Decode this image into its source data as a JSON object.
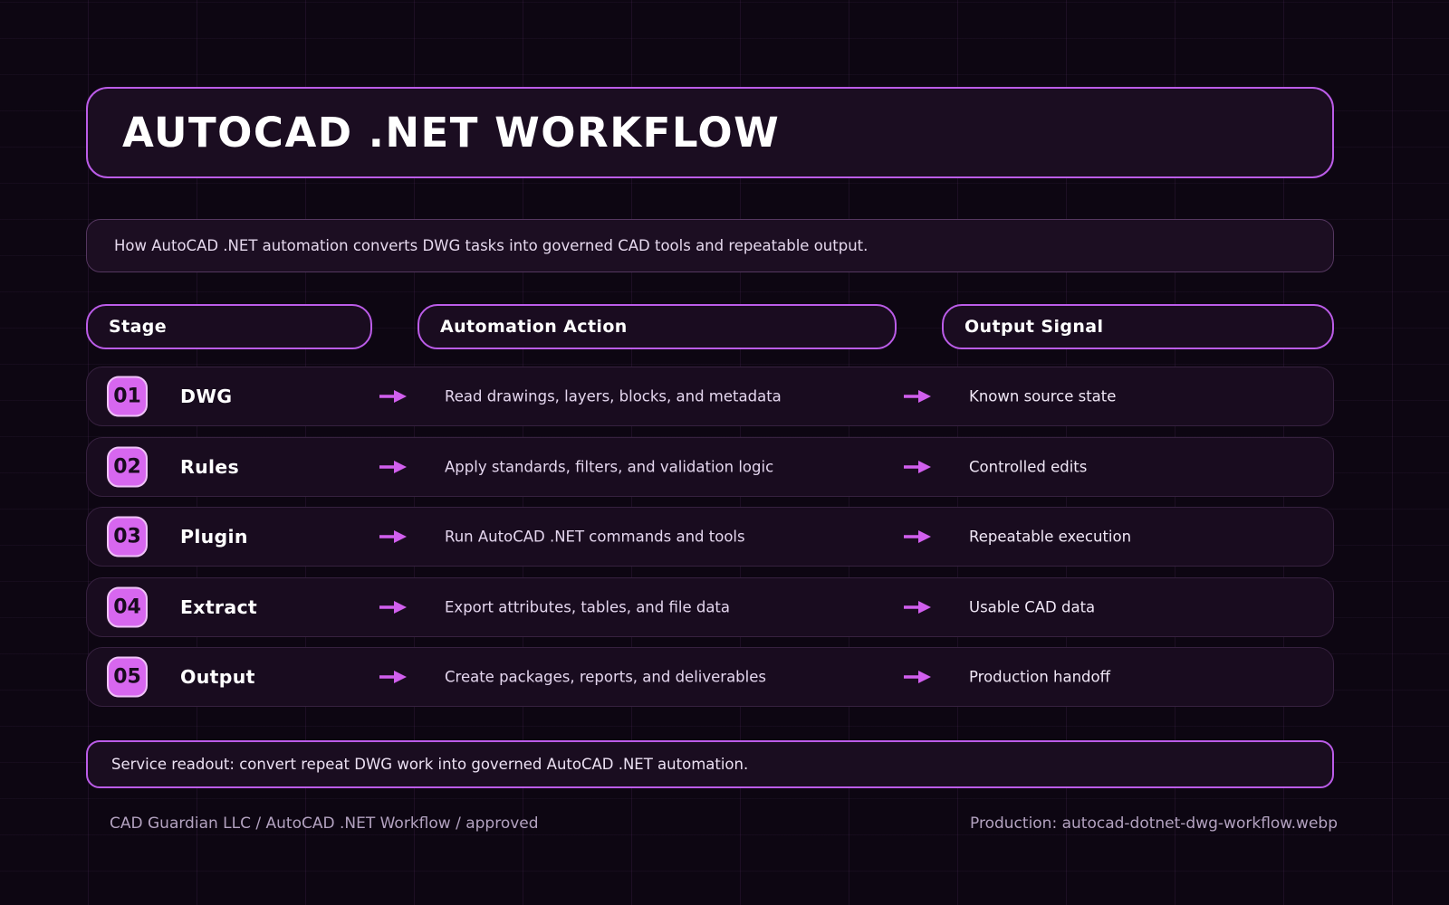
{
  "page": {
    "title": "AUTOCAD .NET WORKFLOW",
    "subtitle": "How AutoCAD .NET automation converts DWG tasks into governed CAD tools and repeatable output.",
    "service_readout": "Service readout: convert repeat DWG work into governed AutoCAD .NET automation.",
    "footer_left": "CAD Guardian LLC / AutoCAD .NET Workflow / approved",
    "footer_right": "Production: autocad-dotnet-dwg-workflow.webp"
  },
  "columns": [
    {
      "label": "Stage"
    },
    {
      "label": "Automation Action"
    },
    {
      "label": "Output Signal"
    }
  ],
  "rows": [
    {
      "num": "01",
      "stage": "DWG",
      "action": "Read drawings, layers, blocks, and metadata",
      "signal": "Known source state"
    },
    {
      "num": "02",
      "stage": "Rules",
      "action": "Apply standards, filters, and validation logic",
      "signal": "Controlled edits"
    },
    {
      "num": "03",
      "stage": "Plugin",
      "action": "Run AutoCAD .NET commands and tools",
      "signal": "Repeatable execution"
    },
    {
      "num": "04",
      "stage": "Extract",
      "action": "Export attributes, tables, and file data",
      "signal": "Usable CAD data"
    },
    {
      "num": "05",
      "stage": "Output",
      "action": "Create packages, reports, and deliverables",
      "signal": "Production handoff"
    }
  ],
  "colors": {
    "background": "#0d0612",
    "panel": "#1b0d21",
    "accent": "#bb5ce8",
    "badge_fill": "#d767ef",
    "arrow": "#d15fee",
    "text_primary": "#ffffff",
    "text_secondary": "#e6d9ee",
    "text_muted": "#b3a2c0"
  }
}
